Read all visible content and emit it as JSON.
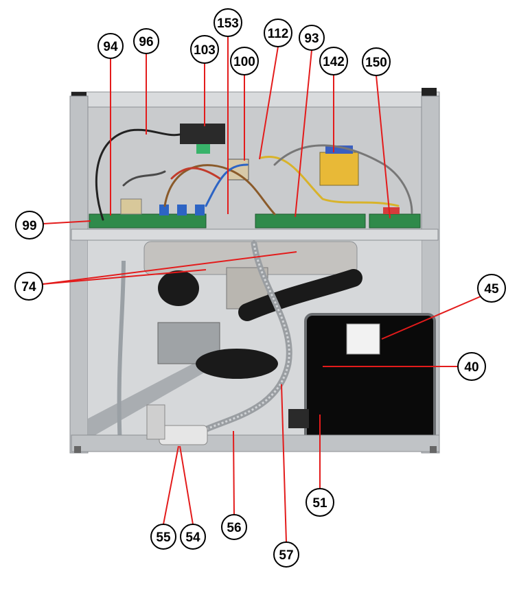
{
  "colors": {
    "leader": "#e31b1b",
    "bubble_fill": "#ffffff",
    "bubble_stroke": "#000000",
    "steel": "#b9bcbf",
    "steel_dark": "#8b8f93",
    "pcb": "#2f8a4a",
    "tank": "#0a0a0a",
    "hose": "#1a1a1a"
  },
  "callouts": [
    {
      "label": "94",
      "key": "94"
    },
    {
      "label": "96",
      "key": "96"
    },
    {
      "label": "103",
      "key": "103"
    },
    {
      "label": "153",
      "key": "153"
    },
    {
      "label": "100",
      "key": "100"
    },
    {
      "label": "112",
      "key": "112"
    },
    {
      "label": "93",
      "key": "93"
    },
    {
      "label": "142",
      "key": "142"
    },
    {
      "label": "150",
      "key": "150"
    },
    {
      "label": "99",
      "key": "99"
    },
    {
      "label": "74",
      "key": "74"
    },
    {
      "label": "45",
      "key": "45"
    },
    {
      "label": "40",
      "key": "40"
    },
    {
      "label": "51",
      "key": "51"
    },
    {
      "label": "55",
      "key": "55"
    },
    {
      "label": "54",
      "key": "54"
    },
    {
      "label": "56",
      "key": "56"
    },
    {
      "label": "57",
      "key": "57"
    }
  ]
}
